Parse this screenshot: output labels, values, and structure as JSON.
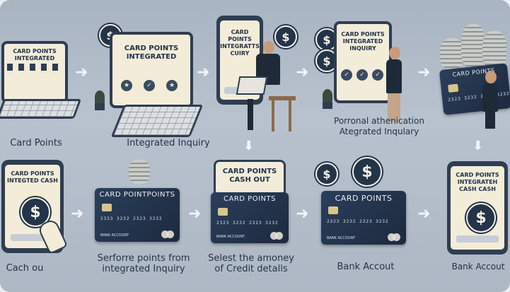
{
  "panels": {
    "p1": {
      "screen_title": "CARD POINTS INTEGRATED",
      "caption": "Card Points"
    },
    "p2": {
      "screen_title": "CARD POINTS INTEGRATED",
      "caption": "Integrated Inquiry"
    },
    "p3": {
      "screen_title": "CARD POINTS INTEGRATTS CUIRY"
    },
    "p4": {
      "screen_title": "CARD POINTS INTEGRATED INQUIRY",
      "caption_line1": "Porronal athenication",
      "caption_line2": "Ategrated Inqulary"
    },
    "p5": {
      "card_title": "CARD POINTS"
    },
    "p6": {
      "screen_title": "CARD POINTS INTEGTED CASH",
      "caption": "Cach ou"
    },
    "p7": {
      "card_title": "CARD POINTPOINTS",
      "caption_line1": "Serforre points from",
      "caption_line2": "integrated Inquiry"
    },
    "p8": {
      "screen_title": "CARD POINTS CASH OUT",
      "card_title": "CARD POINTS",
      "caption_line1": "Selest the amoney",
      "caption_line2": "of Credit detalls"
    },
    "p9": {
      "card_title": "CARD POINTS",
      "caption": "Bank Accout"
    },
    "p10": {
      "screen_title": "CARD POINTS INTEGRATEH CASH CASH",
      "caption": "Bank Accout"
    }
  },
  "card_text": {
    "number": "2323 3232 2323 3232",
    "label": "BANK ACCOUNT"
  },
  "icons": {
    "coin": "$",
    "arrow": "➜",
    "arrow_down": "⬇"
  },
  "colors": {
    "navy": "#23324a",
    "cream": "#f2ecd9",
    "background": "#b3bdca"
  }
}
